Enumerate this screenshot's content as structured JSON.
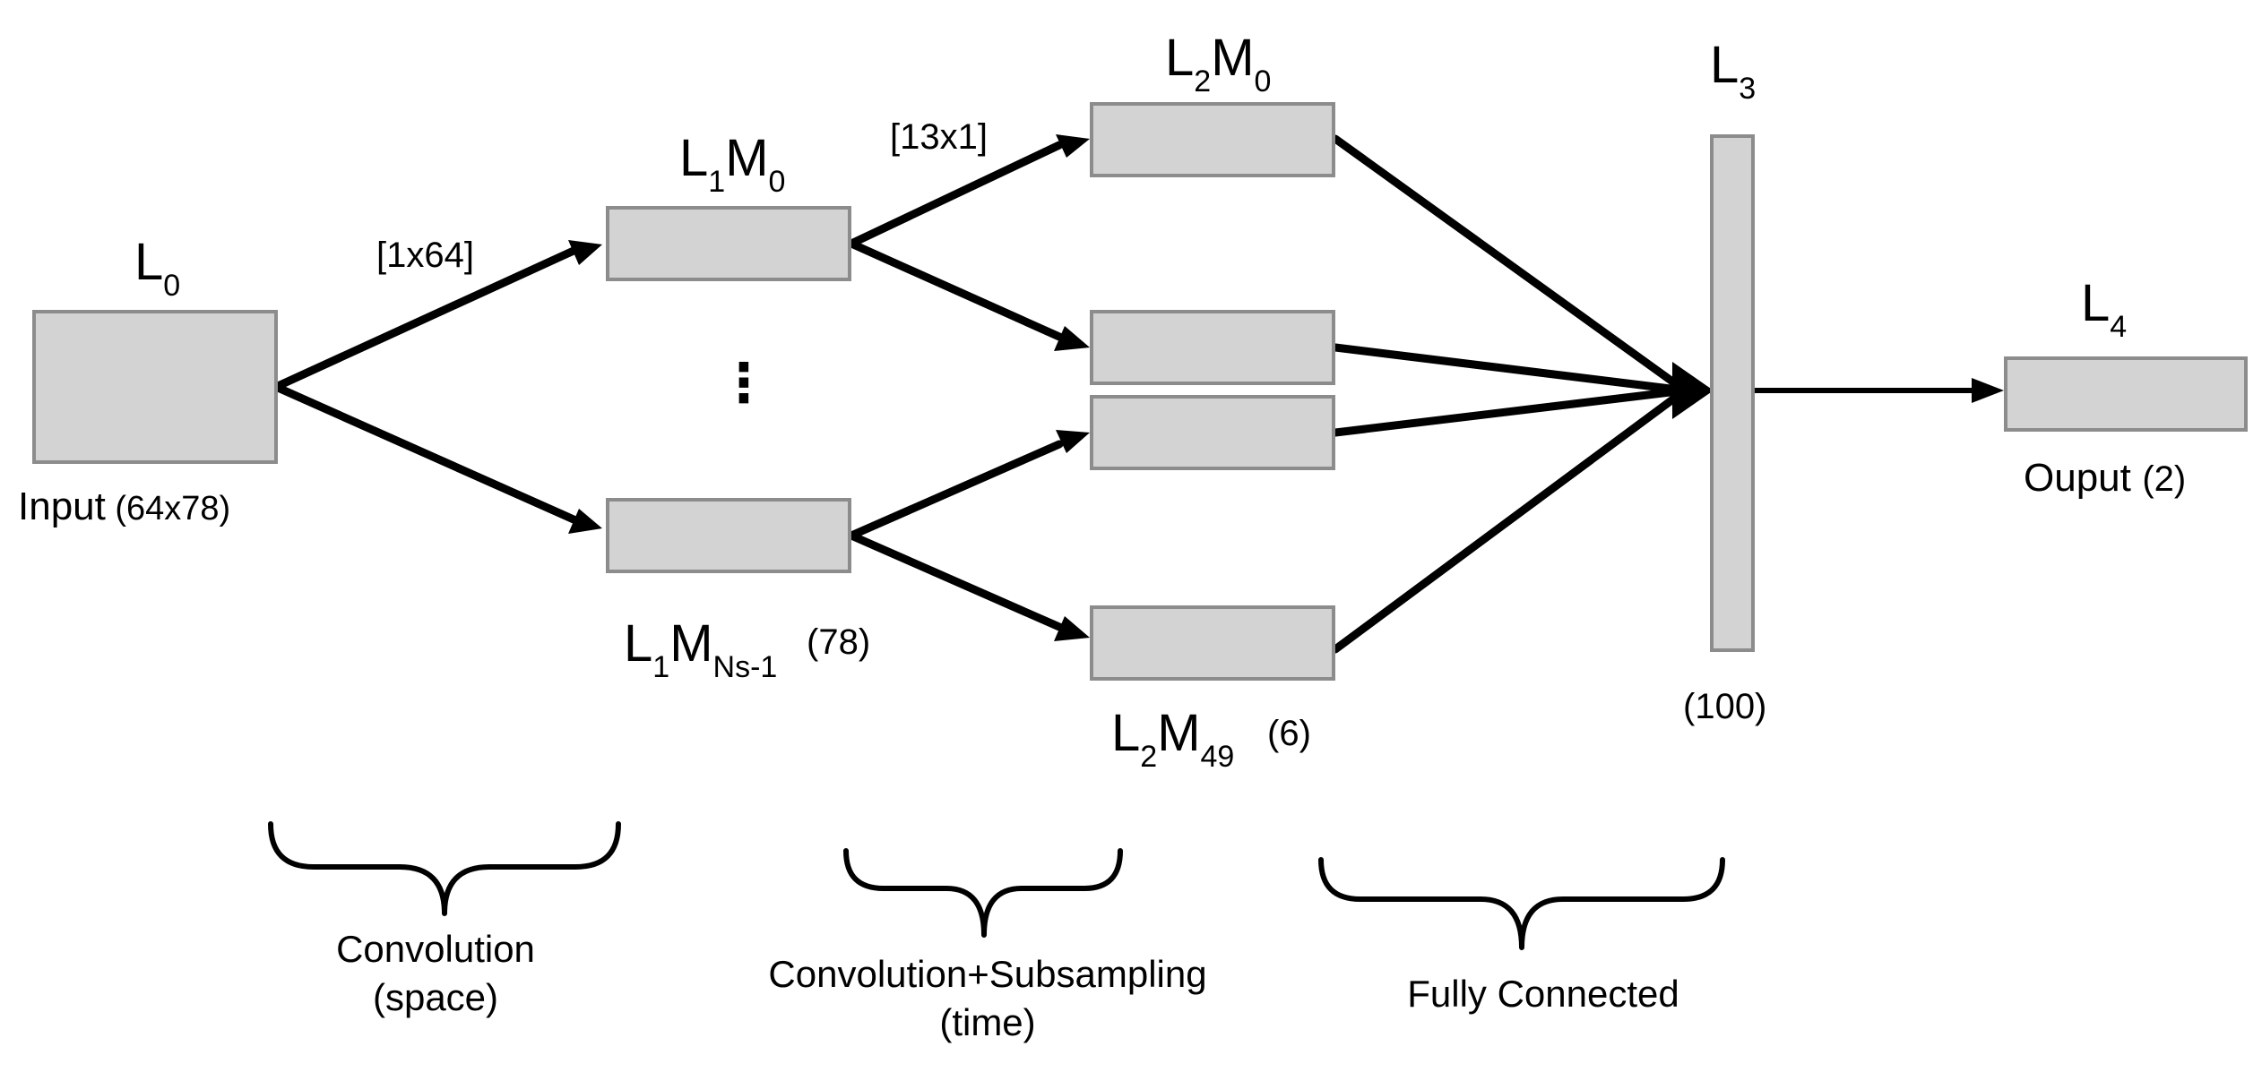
{
  "nodes": {
    "l0": {
      "layer": "L",
      "sub": "0",
      "caption_main": "Input",
      "caption_dims": "(64x78)"
    },
    "l1m0": {
      "layer": "L",
      "layer_sub": "1",
      "map": "M",
      "map_sub": "0"
    },
    "l1mlast": {
      "layer": "L",
      "layer_sub": "1",
      "map": "M",
      "map_sub": "Ns-1",
      "count": "(78)"
    },
    "l2m0": {
      "layer": "L",
      "layer_sub": "2",
      "map": "M",
      "map_sub": "0"
    },
    "l2mlast": {
      "layer": "L",
      "layer_sub": "2",
      "map": "M",
      "map_sub": "49",
      "count": "(6)"
    },
    "l3": {
      "layer": "L",
      "sub": "3",
      "count": "(100)"
    },
    "l4": {
      "layer": "L",
      "sub": "4",
      "caption_main": "Ouput",
      "caption_dims": "(2)"
    }
  },
  "kernels": {
    "space": "[1x64]",
    "time": "[13x1]"
  },
  "ellipsis": "⋮",
  "stages": {
    "convolution_space": {
      "line1": "Convolution",
      "line2": "(space)"
    },
    "convolution_time": {
      "line1": "Convolution+Subsampling",
      "line2": "(time)"
    },
    "fully_connected": {
      "line1": "Fully Connected"
    }
  }
}
